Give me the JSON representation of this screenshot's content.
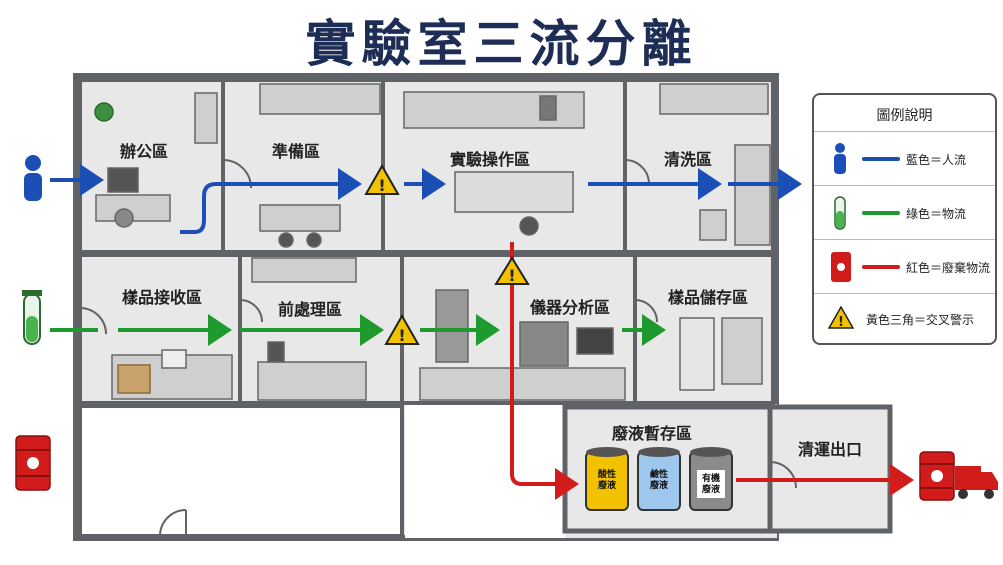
{
  "title": "實驗室三流分離",
  "rooms": {
    "office": "辦公區",
    "prep": "準備區",
    "lab": "實驗操作區",
    "wash": "清洗區",
    "receive": "樣品接收區",
    "pretreat": "前處理區",
    "instrument": "儀器分析區",
    "storage": "樣品儲存區",
    "waste": "廢液暫存區",
    "exit": "清運出口"
  },
  "barrels": {
    "acid": "酸性廢液",
    "alkali": "鹼性廢液",
    "organic": "有機廢液"
  },
  "legend": {
    "title": "圖例說明",
    "items": [
      {
        "icon": "person-icon",
        "color": "#1b4fb5",
        "label": "藍色＝人流"
      },
      {
        "icon": "test-tube-icon",
        "color": "#1f9a2e",
        "label": "綠色＝物流"
      },
      {
        "icon": "waste-barrel-icon",
        "color": "#d21c1c",
        "label": "紅色＝廢棄物流"
      },
      {
        "icon": "warning-triangle-icon",
        "color": "#f2c200",
        "label": "黃色三角＝交叉警示"
      }
    ]
  },
  "colors": {
    "people_flow": "#1b4fb5",
    "material_flow": "#1f9a2e",
    "waste_flow": "#d21c1c",
    "warning": "#f2c200",
    "wall": "#5f6368",
    "title": "#1d2d55"
  }
}
